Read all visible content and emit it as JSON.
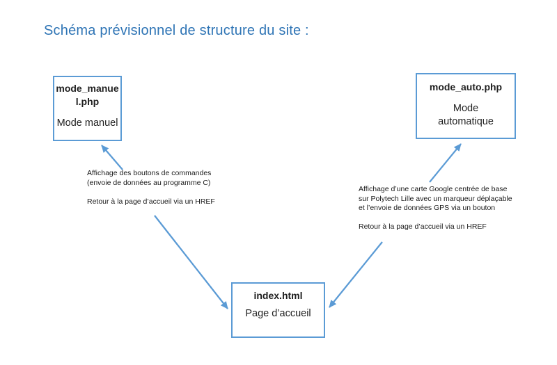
{
  "title": "Schéma prévisionnel de structure du site :",
  "colors": {
    "accent_title": "#2E74B5",
    "accent_shape": "#5B9BD5"
  },
  "nodes": {
    "mode_manuel": {
      "file": "mode_manuel.php",
      "label": "Mode manuel"
    },
    "mode_auto": {
      "file": "mode_auto.php",
      "label": "Mode automatique"
    },
    "index": {
      "file": "index.html",
      "label": "Page d’accueil"
    }
  },
  "annotations": {
    "left": "Affichage des boutons de commandes\n(envoie de données au programme C)\n\nRetour à la page d’accueil via un HREF",
    "right": "Affichage d’une carte Google centrée de base\nsur Polytech Lille avec un marqueur déplaçable\net l’envoie de données GPS via un bouton\n\nRetour à la page d’accueil via un HREF"
  }
}
